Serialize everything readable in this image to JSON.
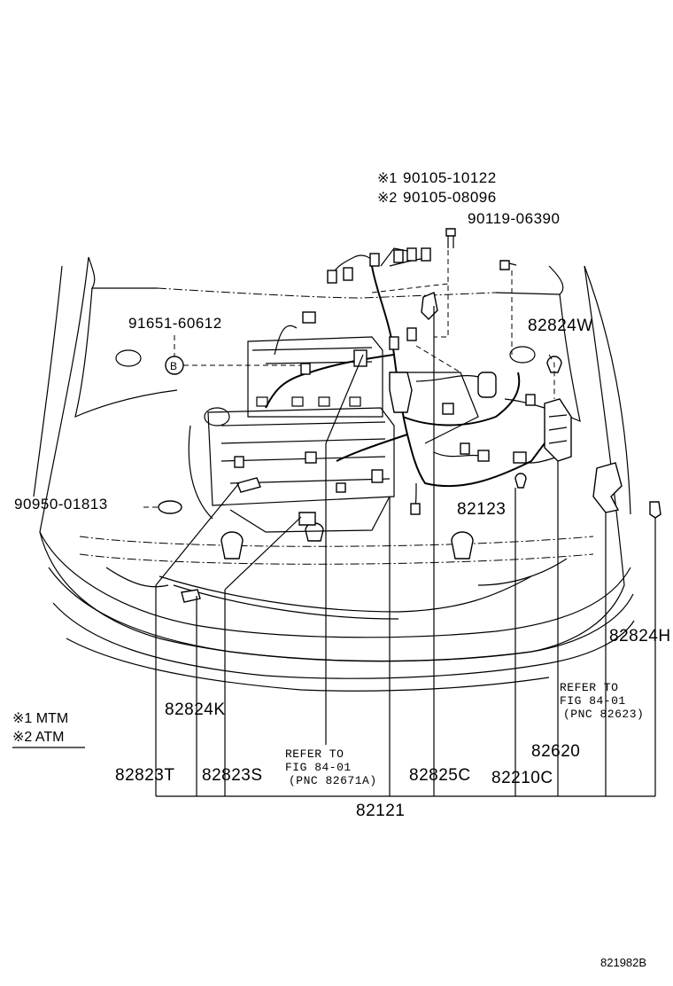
{
  "parts": {
    "p90105_10122": "90105-10122",
    "p90105_08096": "90105-08096",
    "p90119_06390": "90119-06390",
    "p91651_60612": "91651-60612",
    "p82824W": "82824W",
    "p90950_01813": "90950-01813",
    "p82123": "82123",
    "p82824H": "82824H",
    "p82824K": "82824K",
    "p82620": "82620",
    "p82823T": "82823T",
    "p82823S": "82823S",
    "p82825C": "82825C",
    "p82210C": "82210C",
    "p82121": "82121"
  },
  "notes": {
    "mark1": "※1",
    "mark2": "※2",
    "legend1": "※1 MTM",
    "legend2": "※2 ATM"
  },
  "refs": {
    "ref_a_line1": "REFER TO",
    "ref_a_line2": "FIG 84-01",
    "ref_a_line3": "(PNC 82671A)",
    "ref_b_line1": "REFER TO",
    "ref_b_line2": "FIG 84-01",
    "ref_b_line3": "(PNC 82623)"
  },
  "figure_code": "821982B"
}
